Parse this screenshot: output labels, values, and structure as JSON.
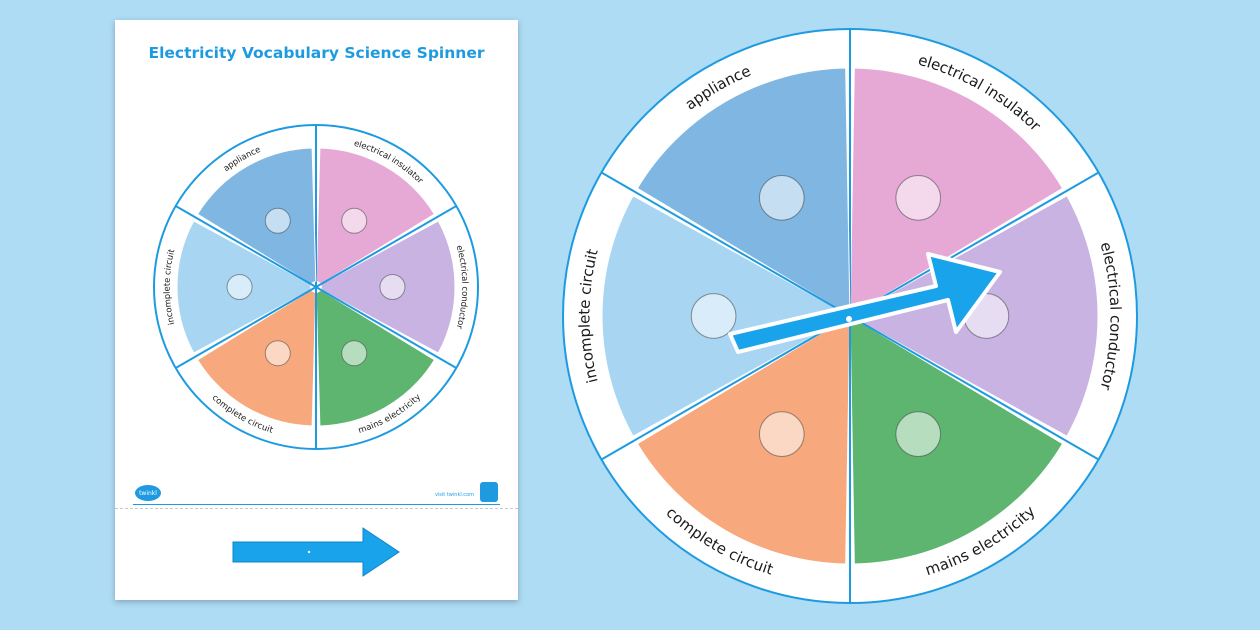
{
  "title": "Electricity Vocabulary Science Spinner",
  "segments": [
    {
      "label": "electrical insulator",
      "color": "#e6a9d6"
    },
    {
      "label": "electrical conductor",
      "color": "#c9b3e3"
    },
    {
      "label": "mains electricity",
      "color": "#5eb56f"
    },
    {
      "label": "complete circuit",
      "color": "#f7a97d"
    },
    {
      "label": "incomplete circuit",
      "color": "#a8d6f2"
    },
    {
      "label": "appliance",
      "color": "#7fb7e2"
    }
  ],
  "footer": {
    "logo_text": "twinkl",
    "visit_text": "visit twinkl.com"
  },
  "colors": {
    "accent": "#1e9be0",
    "background": "#aedcf5"
  },
  "icons": [
    "kettle-icon",
    "iron-icon",
    "eraser-icon",
    "ruler-icon",
    "paperclip-icon",
    "key-icon",
    "nail-icon",
    "plug-socket-icon",
    "pylon-icon",
    "battery-icon",
    "bulb-icon",
    "wire-icon",
    "arrow-pointer-icon"
  ]
}
